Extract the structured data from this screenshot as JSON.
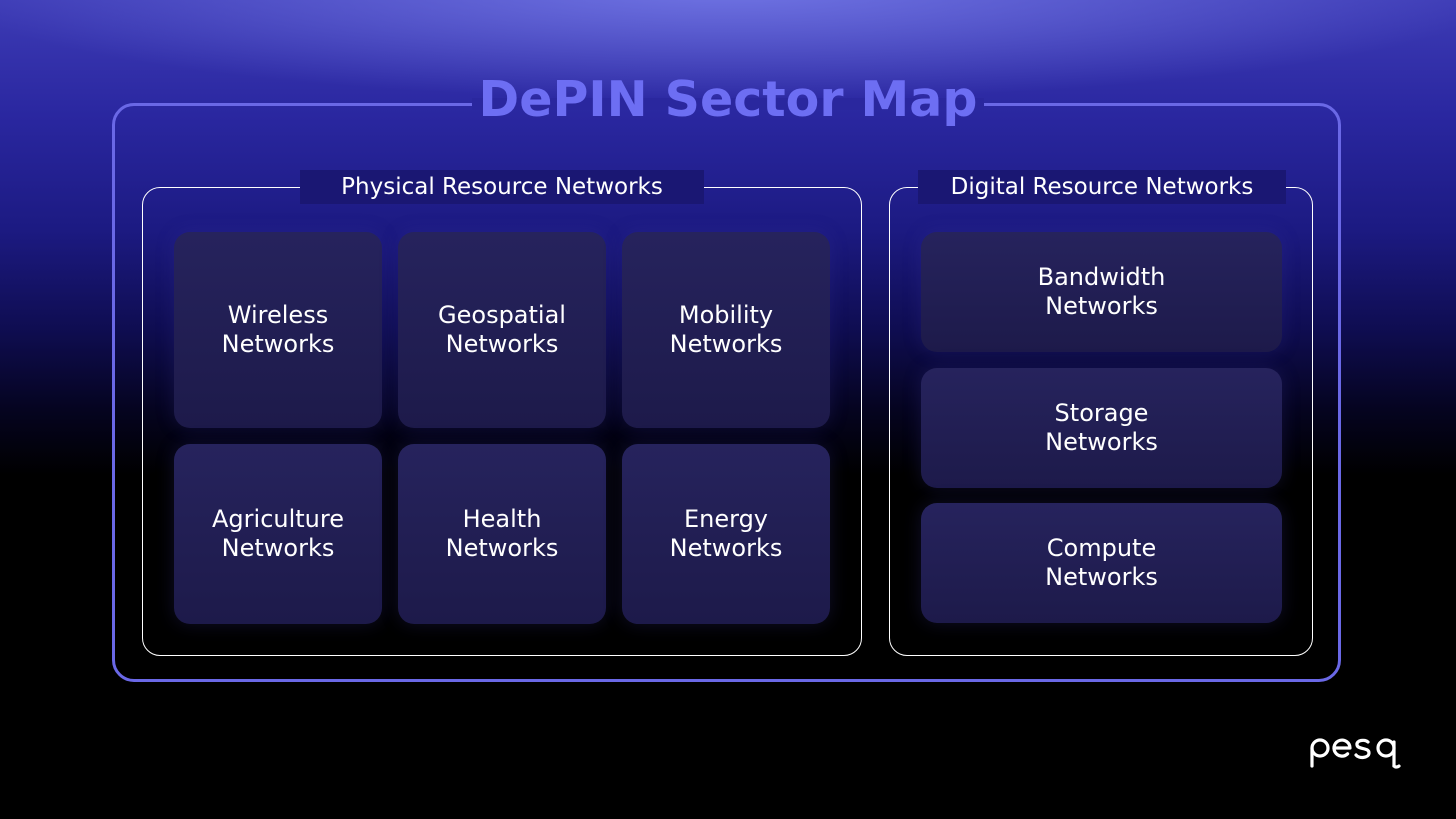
{
  "title": "DePIN Sector Map",
  "physical": {
    "title": "Physical Resource Networks",
    "items": [
      "Wireless\nNetworks",
      "Geospatial\nNetworks",
      "Mobility\nNetworks",
      "Agriculture\nNetworks",
      "Health\nNetworks",
      "Energy\nNetworks"
    ]
  },
  "digital": {
    "title": "Digital Resource Networks",
    "items": [
      "Bandwidth\nNetworks",
      "Storage\nNetworks",
      "Compute\nNetworks"
    ]
  },
  "brand": {
    "logo_text": "pesq"
  },
  "colors": {
    "accent": "#6a68e6",
    "title": "#6d6ef3",
    "tile": "#221f55",
    "background": "#000000"
  }
}
